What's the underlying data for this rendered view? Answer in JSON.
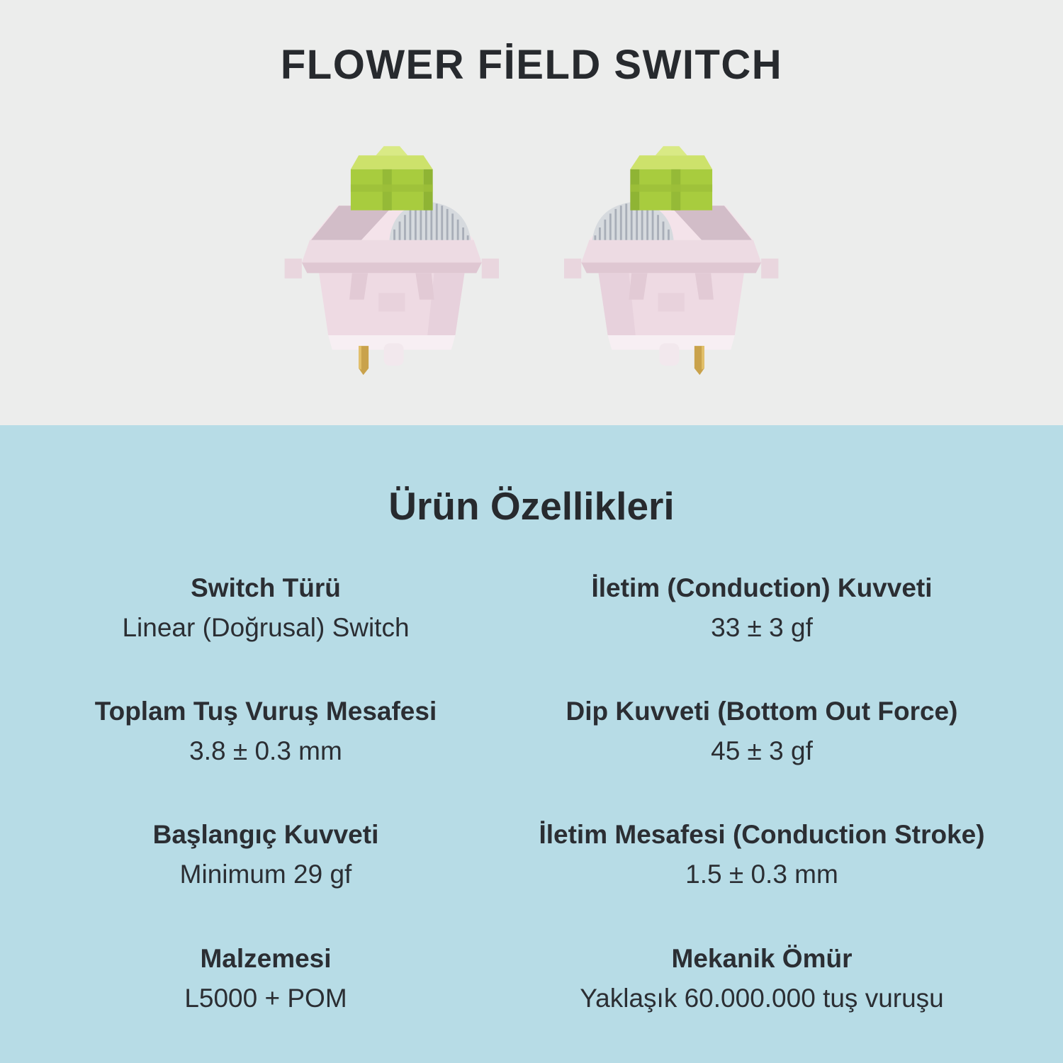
{
  "page": {
    "title": "FLOWER FİELD SWITCH",
    "section_title": "Ürün Özellikleri"
  },
  "hero": {
    "switch_images": [
      {
        "name": "flower-field-switch-left-view"
      },
      {
        "name": "flower-field-switch-right-view"
      }
    ]
  },
  "specs": {
    "left": [
      {
        "label": "Switch Türü",
        "value": "Linear (Doğrusal) Switch"
      },
      {
        "label": "Toplam Tuş Vuruş Mesafesi",
        "value": "3.8 ± 0.3 mm"
      },
      {
        "label": "Başlangıç Kuvveti",
        "value": "Minimum 29 gf"
      },
      {
        "label": "Malzemesi",
        "value": "L5000 + POM"
      }
    ],
    "right": [
      {
        "label": "İletim (Conduction) Kuvveti",
        "value": "33 ± 3 gf"
      },
      {
        "label": "Dip Kuvveti (Bottom Out Force)",
        "value": "45 ± 3 gf"
      },
      {
        "label": "İletim Mesafesi (Conduction Stroke)",
        "value": "1.5 ± 0.3 mm"
      },
      {
        "label": "Mekanik Ömür",
        "value": "Yaklaşık 60.000.000 tuş vuruşu"
      }
    ]
  },
  "colors": {
    "bg-top": "#ECEDEC",
    "bg-bottom": "#B7DCE6",
    "text": "#2B2E33",
    "stem-green": "#A8CC3E",
    "housing-pink": "#EEDAE3",
    "pin-gold": "#C9A24B"
  }
}
